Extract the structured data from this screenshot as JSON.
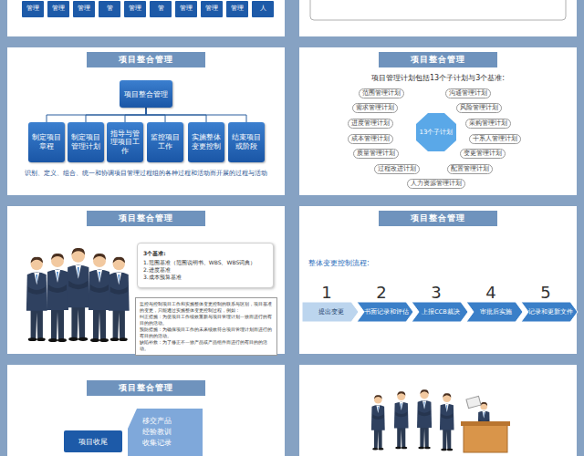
{
  "diagram": {
    "nodes": [
      {
        "text": [
          "管理"
        ]
      },
      {
        "text": [
          "管理"
        ]
      },
      {
        "text": [
          "管理"
        ]
      },
      {
        "text": [
          "管"
        ]
      },
      {
        "text": [
          "管理"
        ]
      },
      {
        "text": [
          "管"
        ]
      },
      {
        "text": [
          "管理"
        ]
      },
      {
        "text": [
          "管理"
        ]
      },
      {
        "text": [
          "管理"
        ]
      },
      {
        "text": [
          "人"
        ]
      },
      {
        "text": [
          "项目整合管理"
        ]
      },
      {
        "text": [
          "项目整合管理"
        ]
      },
      {
        "text": [
          "制定项目章程"
        ]
      },
      {
        "text": [
          "制定项目管理计划"
        ]
      },
      {
        "text": [
          "指导与管理项目工作"
        ]
      },
      {
        "text": [
          "监控项目工作"
        ]
      },
      {
        "text": [
          "实施整体变更控制"
        ]
      },
      {
        "text": [
          "结束项目或阶段"
        ]
      },
      {
        "text": [
          "项目整合管理"
        ]
      },
      {
        "text": [
          "13个子计划"
        ]
      },
      {
        "text": [
          "范围管理计划"
        ]
      },
      {
        "text": [
          "沟通管理计划"
        ]
      },
      {
        "text": [
          "需求管理计划"
        ]
      },
      {
        "text": [
          "风险管理计划"
        ]
      },
      {
        "text": [
          "进度管理计划"
        ]
      },
      {
        "text": [
          "采购管理计划"
        ]
      },
      {
        "text": [
          "成本管理计划"
        ]
      },
      {
        "text": [
          "干系人管理计划"
        ]
      },
      {
        "text": [
          "质量管理计划"
        ]
      },
      {
        "text": [
          "变更管理计划"
        ]
      },
      {
        "text": [
          "过程改进计划"
        ]
      },
      {
        "text": [
          "配置管理计划"
        ]
      },
      {
        "text": [
          "人力资源管理计划"
        ]
      },
      {
        "text": [
          "项目整合管理"
        ]
      },
      {
        "text": [
          "3个基准:",
          "1.范围基准（范围说明书、WBS、WBS词典）",
          "2.进度基准",
          "3.成本预算基准"
        ]
      },
      {
        "text": [
          "监控与控制项目工作和实施整体变更控制的联系与区别，项目基准的变更，只能通过实施整体变更控制过程，例如：",
          "纠正措施：为使项目工作绩效重新与项目管理计划一致而进行的有目的的活动。",
          "预防措施：为确保项目工作的未来绩效符合项目管理计划而进行的有目的的活动。",
          "缺陷补救：为了修正不一致产品或产品组件而进行的有目的的活动。"
        ]
      },
      {
        "text": [
          "项目整合管理"
        ]
      },
      {
        "text": [
          "提出变更"
        ]
      },
      {
        "text": [
          "书面记录和评估"
        ]
      },
      {
        "text": [
          "上报CCB裁决"
        ]
      },
      {
        "text": [
          "审批后实施"
        ]
      },
      {
        "text": [
          "记录和更新文件"
        ]
      },
      {
        "text": [
          "项目整合管理"
        ]
      },
      {
        "text": [
          "移交产品",
          "经验教训",
          "收集记录"
        ]
      },
      {
        "text": [
          "项目收尾"
        ]
      }
    ],
    "edges": [
      {
        "from": 11,
        "to": 12,
        "arrow": "none"
      },
      {
        "from": 11,
        "to": 13,
        "arrow": "none"
      },
      {
        "from": 11,
        "to": 14,
        "arrow": "none"
      },
      {
        "from": 11,
        "to": 15,
        "arrow": "none"
      },
      {
        "from": 11,
        "to": 16,
        "arrow": "none"
      },
      {
        "from": 11,
        "to": 17,
        "arrow": "none"
      }
    ],
    "labels": [
      "识别、定义、组合、统一和协调项目管理过程组的各种过程和活动而开展的过程与活动",
      "项目管理计划包括13个子计划与3个基准:",
      "整体变更控制流程:",
      "1",
      "2",
      "3",
      "4",
      "5"
    ]
  }
}
